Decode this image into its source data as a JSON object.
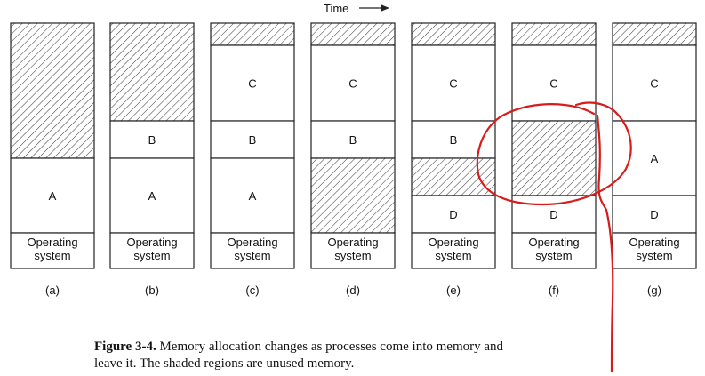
{
  "time_label": "Time",
  "columns": [
    {
      "label": "(a)",
      "blocks": [
        {
          "kind": "hole",
          "size": 152
        },
        {
          "kind": "process",
          "name": "A",
          "size": 84
        },
        {
          "kind": "os",
          "name": "Operating system",
          "size": 40
        }
      ]
    },
    {
      "label": "(b)",
      "blocks": [
        {
          "kind": "hole",
          "size": 110
        },
        {
          "kind": "process",
          "name": "B",
          "size": 42
        },
        {
          "kind": "process",
          "name": "A",
          "size": 84
        },
        {
          "kind": "os",
          "name": "Operating system",
          "size": 40
        }
      ]
    },
    {
      "label": "(c)",
      "blocks": [
        {
          "kind": "hole",
          "size": 25
        },
        {
          "kind": "process",
          "name": "C",
          "size": 85
        },
        {
          "kind": "process",
          "name": "B",
          "size": 42
        },
        {
          "kind": "process",
          "name": "A",
          "size": 84
        },
        {
          "kind": "os",
          "name": "Operating system",
          "size": 40
        }
      ]
    },
    {
      "label": "(d)",
      "blocks": [
        {
          "kind": "hole",
          "size": 25
        },
        {
          "kind": "process",
          "name": "C",
          "size": 85
        },
        {
          "kind": "process",
          "name": "B",
          "size": 42
        },
        {
          "kind": "hole",
          "size": 84
        },
        {
          "kind": "os",
          "name": "Operating system",
          "size": 40
        }
      ]
    },
    {
      "label": "(e)",
      "blocks": [
        {
          "kind": "hole",
          "size": 25
        },
        {
          "kind": "process",
          "name": "C",
          "size": 85
        },
        {
          "kind": "process",
          "name": "B",
          "size": 42
        },
        {
          "kind": "hole",
          "size": 42
        },
        {
          "kind": "process",
          "name": "D",
          "size": 42
        },
        {
          "kind": "os",
          "name": "Operating system",
          "size": 40
        }
      ]
    },
    {
      "label": "(f)",
      "blocks": [
        {
          "kind": "hole",
          "size": 25
        },
        {
          "kind": "process",
          "name": "C",
          "size": 85
        },
        {
          "kind": "hole",
          "size": 84
        },
        {
          "kind": "process",
          "name": "D",
          "size": 42
        },
        {
          "kind": "os",
          "name": "Operating system",
          "size": 40
        }
      ]
    },
    {
      "label": "(g)",
      "blocks": [
        {
          "kind": "hole",
          "size": 25
        },
        {
          "kind": "process",
          "name": "C",
          "size": 85
        },
        {
          "kind": "process",
          "name": "A",
          "size": 84
        },
        {
          "kind": "process",
          "name": "D",
          "size": 42
        },
        {
          "kind": "os",
          "name": "Operating system",
          "size": 40
        }
      ]
    }
  ],
  "caption": {
    "label": "Figure 3-4.",
    "line1": "Memory allocation changes as processes come into memory and",
    "line2": "leave it. The shaded regions are unused memory."
  },
  "colors": {
    "ink": "#222222",
    "hatch": "#444444",
    "annotation": "#d81b1b"
  }
}
